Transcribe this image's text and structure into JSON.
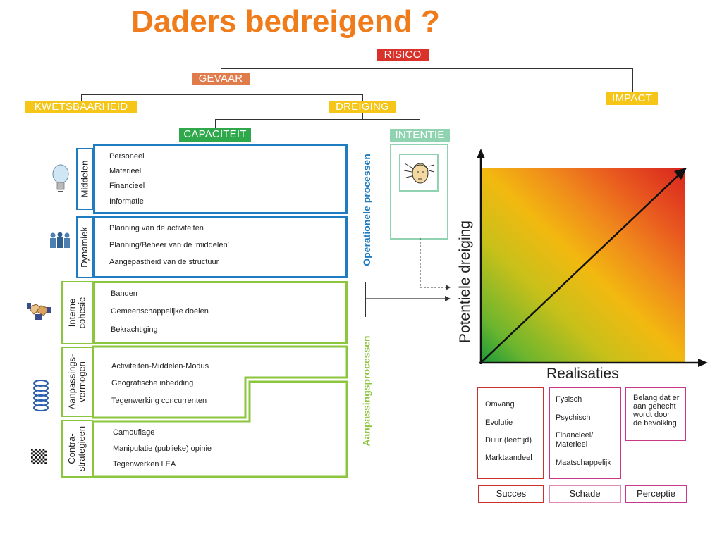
{
  "title": "Daders bedreigend ?",
  "tree": {
    "risico": "RISICO",
    "gevaar": "GEVAAR",
    "impact": "IMPACT",
    "kwetsbaarheid": "KWETSBAARHEID",
    "dreiging": "DREIGING",
    "capaciteit": "CAPACITEIT",
    "intentie": "INTENTIE"
  },
  "colors": {
    "risico": "#d8322a",
    "gevaar": "#e07b4c",
    "yellow": "#f5c518",
    "capaciteit": "#2ea84a",
    "intentie": "#8fd3b0",
    "blue": "#1f7cc1",
    "green": "#8cc63f",
    "red_box": "#c8322b",
    "magenta_box": "#c8378a"
  },
  "groups": {
    "middelen": {
      "label": "Middelen",
      "items": [
        "Personeel",
        "Materieel",
        "Financieel",
        "Informatie"
      ]
    },
    "dynamiek": {
      "label": "Dynamiek",
      "items": [
        "Planning van de activiteiten",
        "Planning/Beheer van de ‘middelen’",
        "Aangepastheid van de structuur"
      ]
    },
    "interne_cohesie": {
      "label": "Interne\ncohesie",
      "items": [
        "Banden",
        "Gemeenschappelijke doelen",
        "Bekrachtiging"
      ]
    },
    "aanpassingsvermogen": {
      "label": "Aanpassings-\nvermogen",
      "items": [
        "Activiteiten-Middelen-Modus",
        "Geografische inbedding",
        "Tegenwerking concurrenten"
      ]
    },
    "contrastrategieen": {
      "label": "Contra-\nstrategieen",
      "items": [
        "Camouflage",
        "Manipulatie (publieke) opinie",
        "Tegenwerken LEA"
      ]
    }
  },
  "process_labels": {
    "operationele": "Operationele processen",
    "aanpassing": "Aanpassingsprocessen"
  },
  "icons": {
    "middelen": "light-bulb-icon",
    "dynamiek": "people-icon",
    "cohesie": "handshake-icon",
    "aanpassing": "spring-icon",
    "contra": "checkerboard-icon",
    "intentie": "head-icon"
  },
  "matrix": {
    "y_label": "Potentiele dreiging",
    "x_label": "Realisaties"
  },
  "bottom": {
    "succes": {
      "label": "Succes",
      "items": [
        "Omvang",
        "Evolutie",
        "Duur (leeftijd)",
        "Marktaandeel"
      ]
    },
    "schade": {
      "label": "Schade",
      "items": [
        "Fysisch",
        "Psychisch",
        "Financieel/\nMaterieel",
        "Maatschappelijk"
      ]
    },
    "perceptie": {
      "label": "Perceptie",
      "text": "Belang dat er\naan gehecht\nwordt door\nde bevolking"
    }
  }
}
